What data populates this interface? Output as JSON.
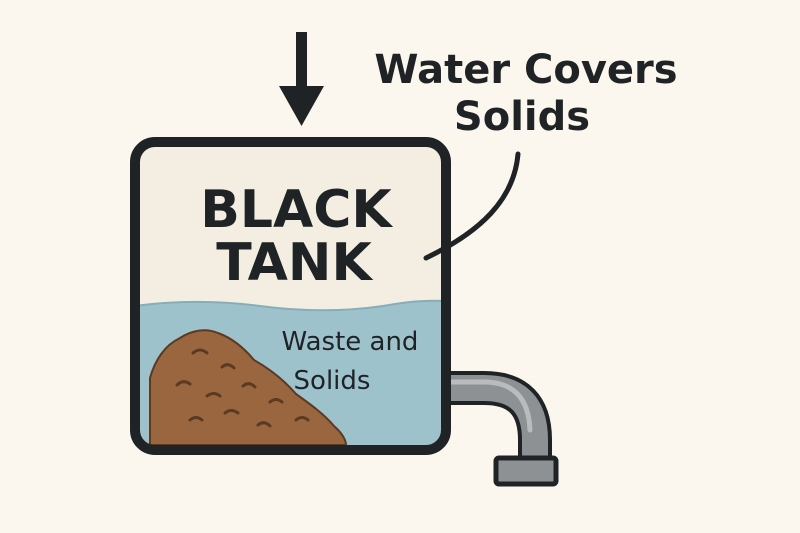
{
  "tank_label_line1": "BLACK",
  "tank_label_line2": "TANK",
  "callout_line1": "Water Covers",
  "callout_line2": "Solids",
  "contents_line1": "Waste and",
  "contents_line2": "Solids",
  "icons": {
    "inflow": "down-arrow-icon",
    "outlet": "drain-pipe-icon"
  },
  "colors": {
    "background": "#fbf7ee",
    "tank_interior": "#f3ede2",
    "tank_outline": "#1f2326",
    "water": "#9ec2cc",
    "waste": "#9a6640",
    "waste_specks": "#5b3a22",
    "pipe": "#8e9194"
  }
}
